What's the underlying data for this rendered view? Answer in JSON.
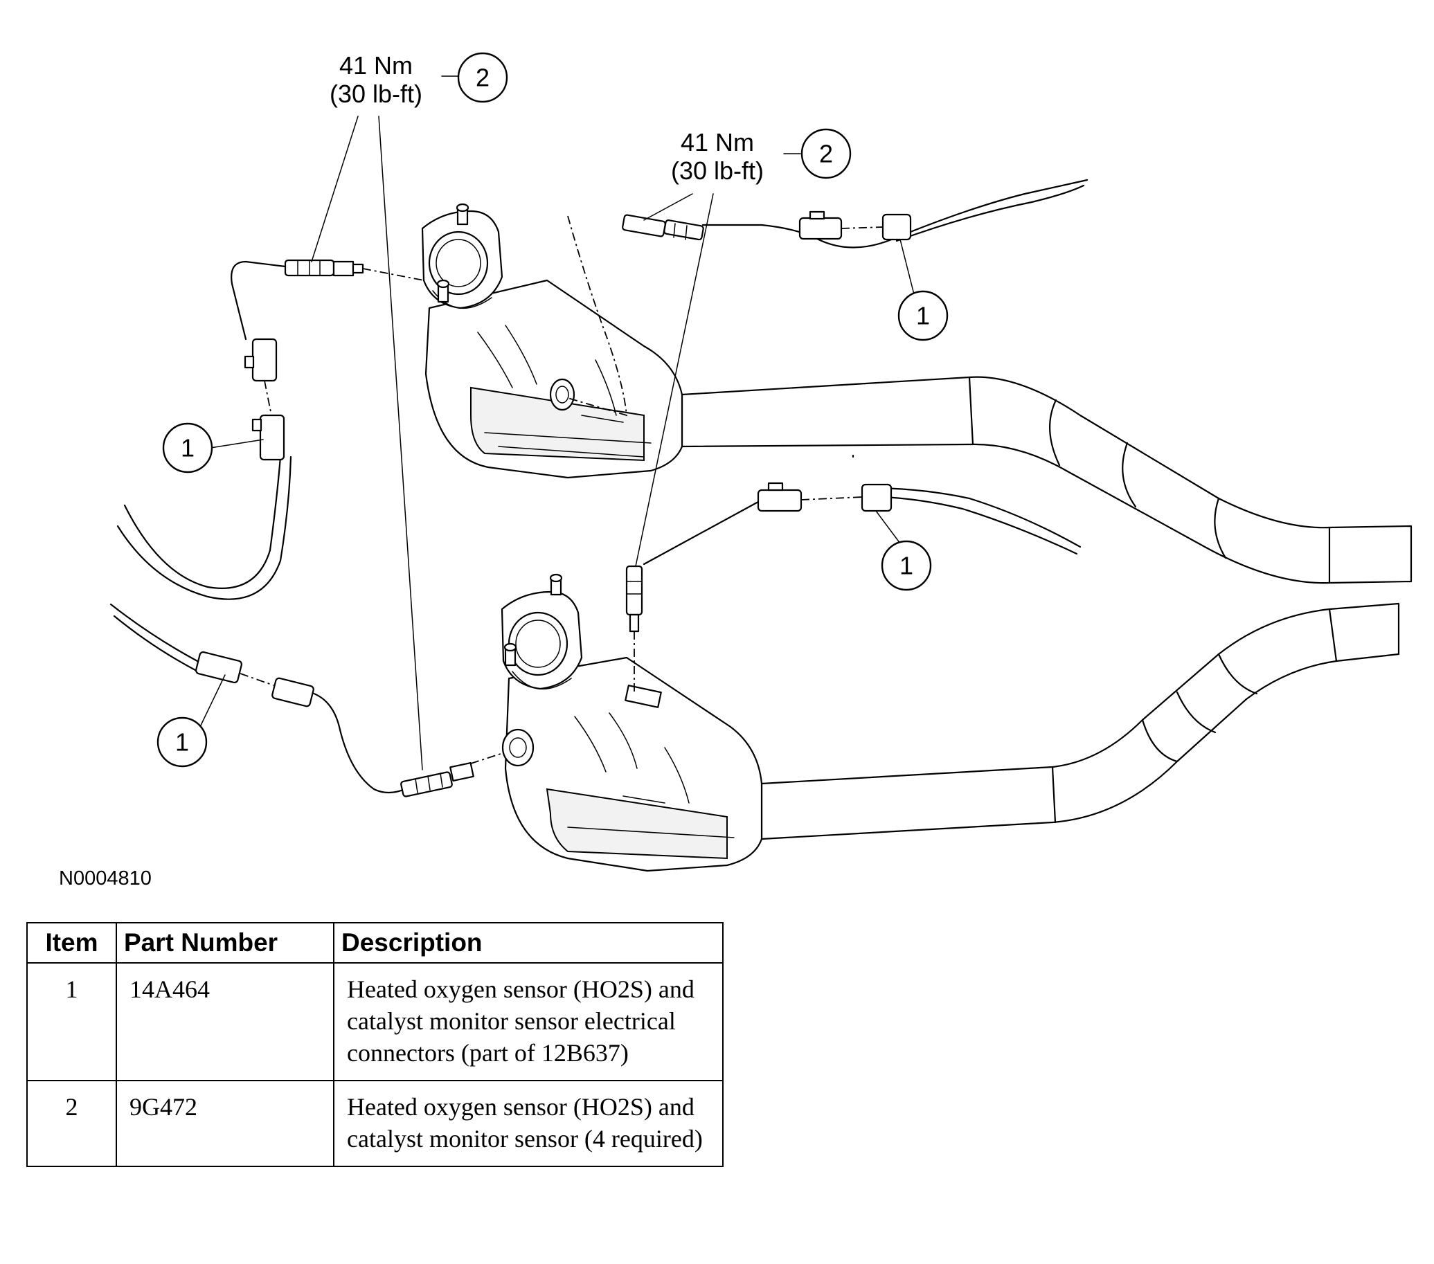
{
  "diagram": {
    "torque_labels": [
      {
        "nm": "41 Nm",
        "lbft": "(30 lb-ft)"
      },
      {
        "nm": "41 Nm",
        "lbft": "(30 lb-ft)"
      }
    ],
    "callouts": {
      "connector": "1",
      "sensor": "2"
    },
    "figure_id": "N0004810"
  },
  "table": {
    "headers": {
      "item": "Item",
      "part_number": "Part Number",
      "description": "Description"
    },
    "rows": [
      {
        "item": "1",
        "part_number": "14A464",
        "description": "Heated oxygen sensor (HO2S) and catalyst monitor sensor electrical connectors (part of 12B637)"
      },
      {
        "item": "2",
        "part_number": "9G472",
        "description": "Heated oxygen sensor (HO2S) and catalyst monitor sensor (4 required)"
      }
    ]
  }
}
